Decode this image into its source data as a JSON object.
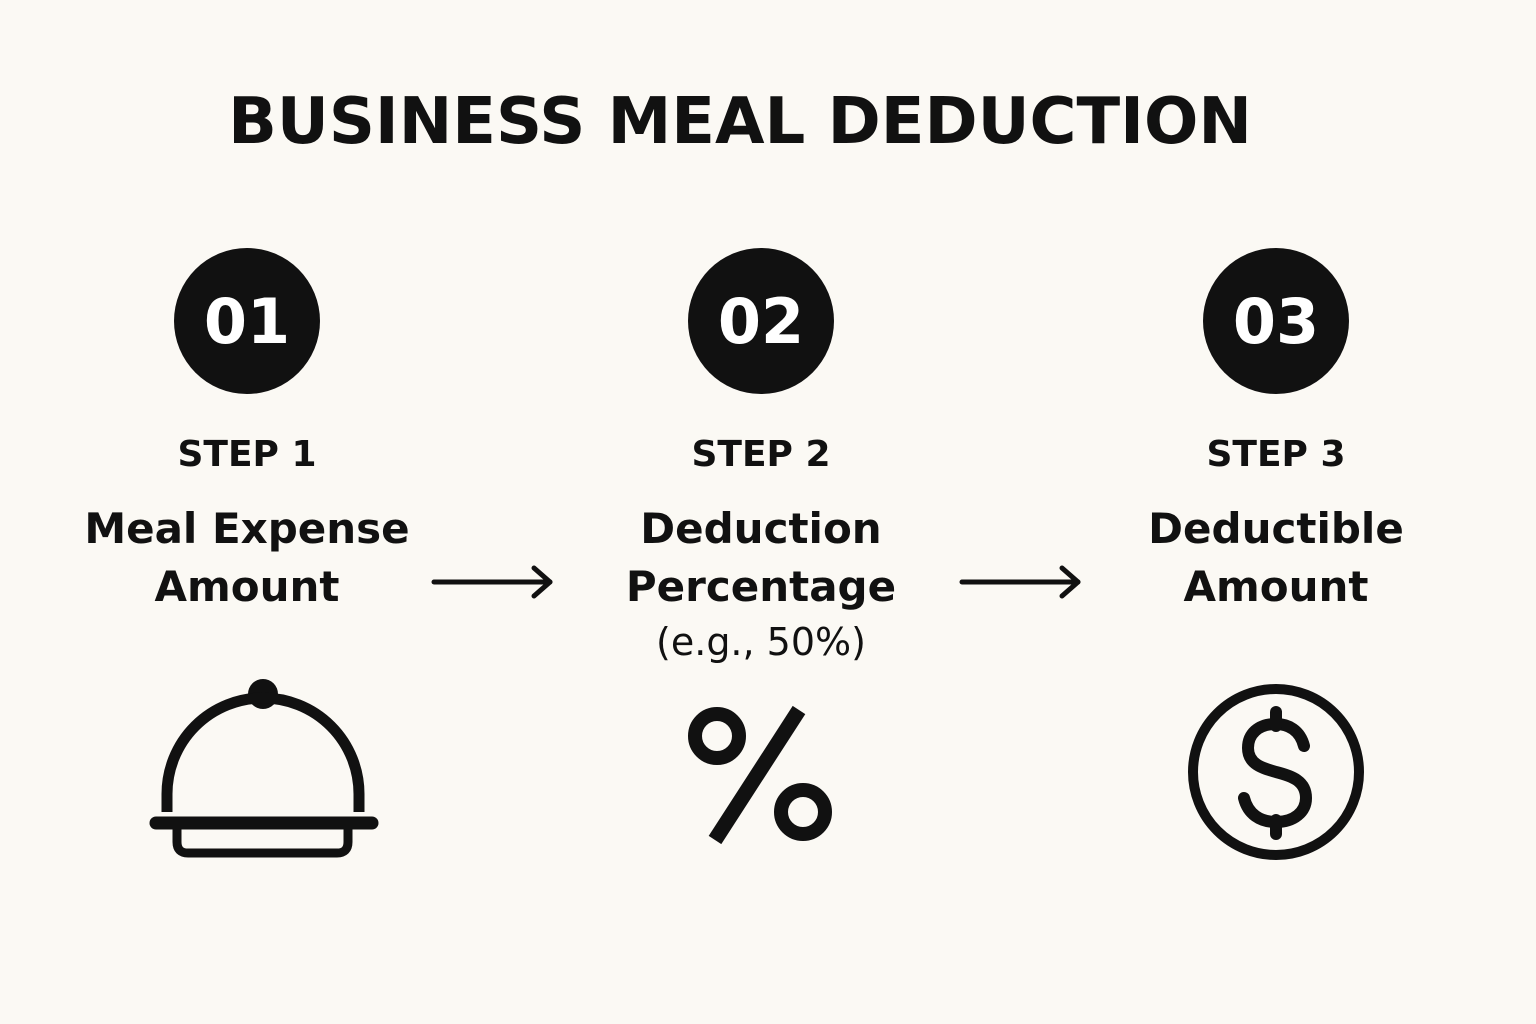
{
  "title": "BUSINESS MEAL DEDUCTION",
  "steps": [
    {
      "number": "01",
      "label": "STEP 1",
      "desc_line1": "Meal Expense",
      "desc_line2": "Amount",
      "icon": "cloche-icon"
    },
    {
      "number": "02",
      "label": "STEP 2",
      "desc_line1": "Deduction",
      "desc_line2": "Percentage",
      "note": "(e.g., 50%)",
      "icon": "percent-icon"
    },
    {
      "number": "03",
      "label": "STEP 3",
      "desc_line1": "Deductible",
      "desc_line2": "Amount",
      "icon": "dollar-icon"
    }
  ],
  "colors": {
    "background": "#fbf9f4",
    "ink": "#111111",
    "badge_text": "#ffffff"
  }
}
